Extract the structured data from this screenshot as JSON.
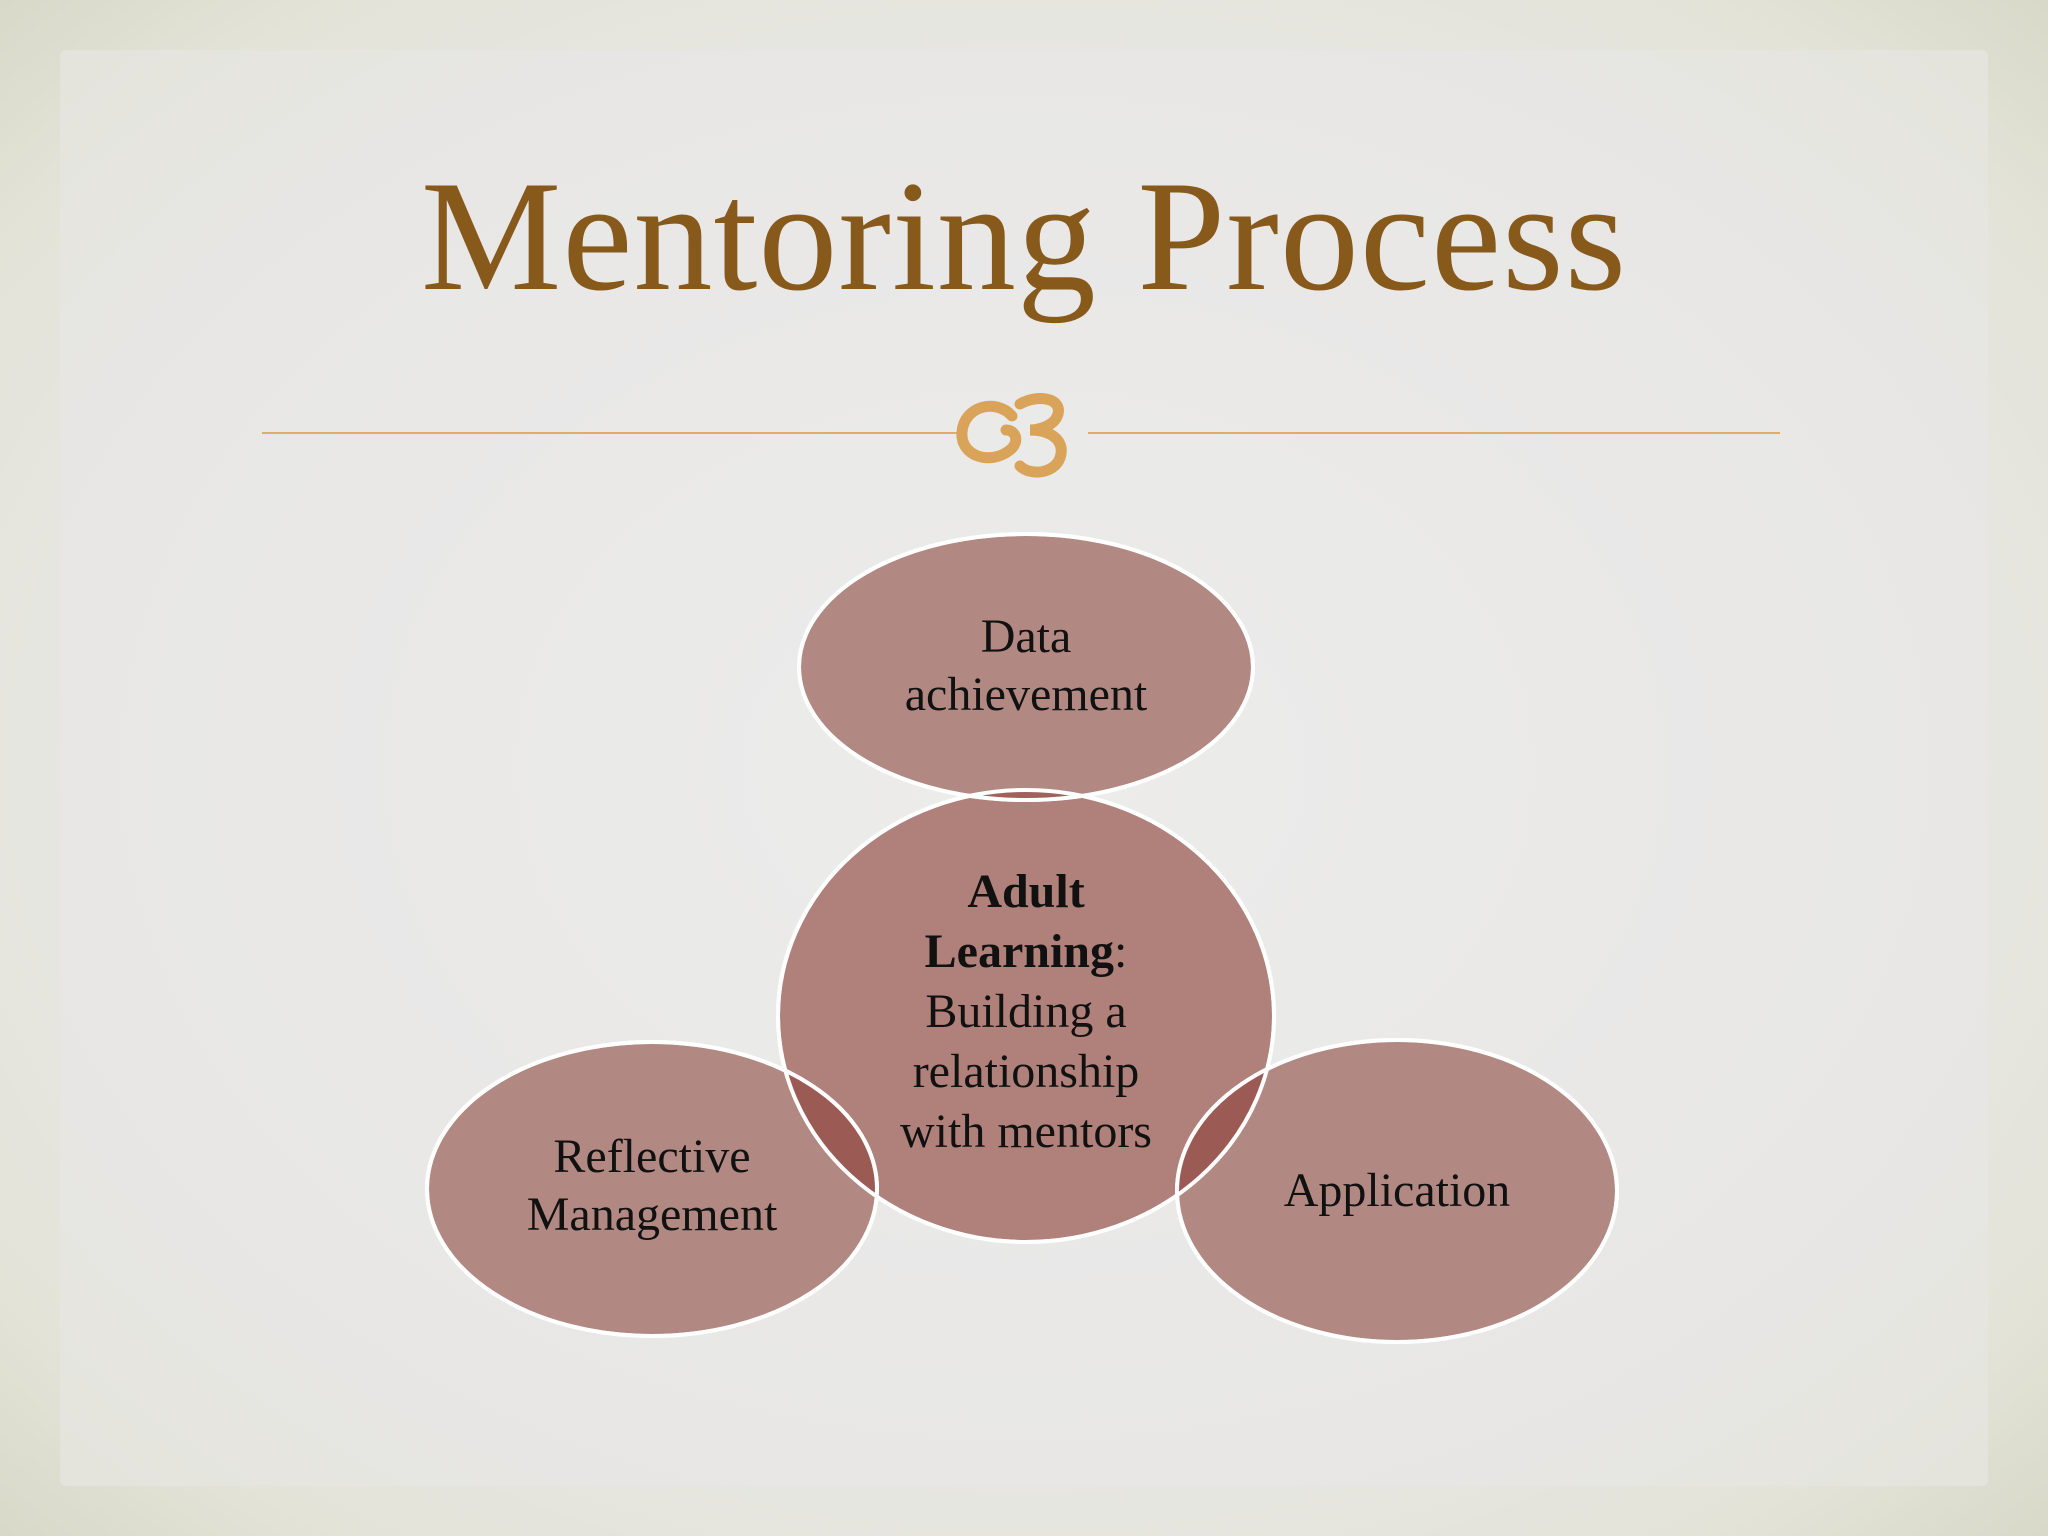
{
  "slide": {
    "title": "Mentoring Process",
    "colors": {
      "title": "#875a1c",
      "rule": "#e2ab66",
      "ornament": "#d9a35a",
      "node_fill": "#b0817a",
      "node_stroke": "#ffffff",
      "overlap": "#9c5a54"
    },
    "ornament_icon": "scroll-flourish-icon"
  },
  "diagram": {
    "center": {
      "bold_line1": "Adult",
      "bold_line2": "Learning",
      "suffix": ":",
      "line3": "Building a",
      "line4": "relationship",
      "line5": "with mentors"
    },
    "top": {
      "line1": "Data",
      "line2": "achievement"
    },
    "left": {
      "line1": "Reflective",
      "line2": "Management"
    },
    "right": {
      "line1": "Application"
    }
  }
}
